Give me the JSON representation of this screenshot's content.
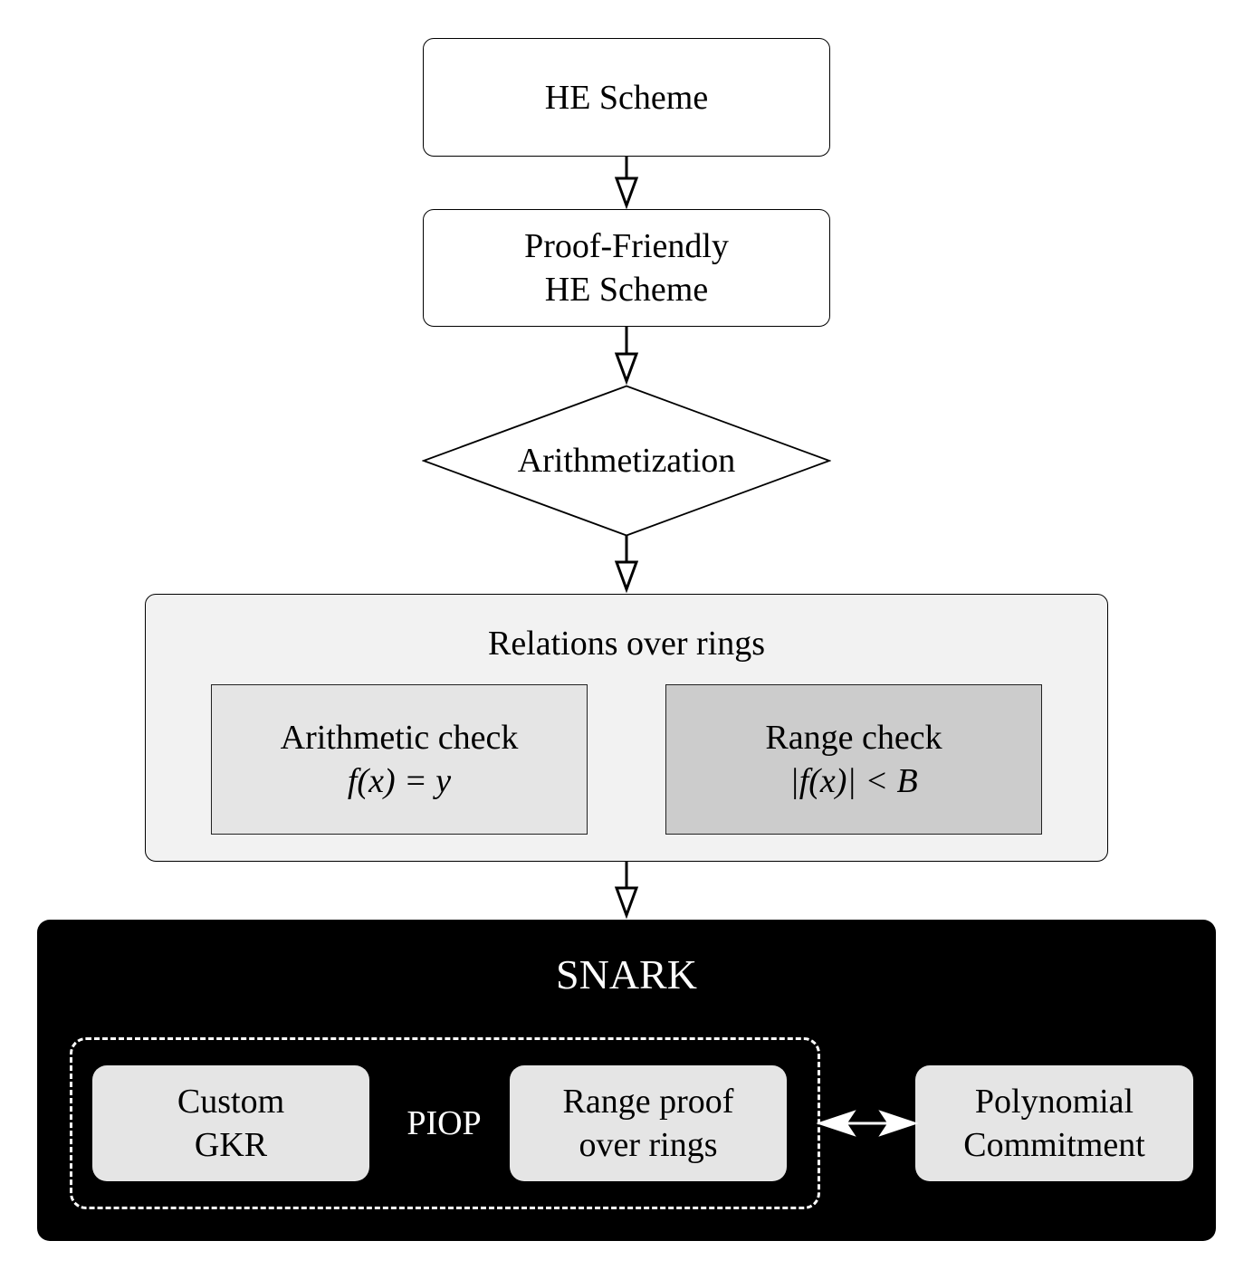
{
  "diagram": {
    "nodes": {
      "he_scheme": {
        "label": "HE Scheme"
      },
      "proof_friendly": {
        "lines": [
          "Proof-Friendly",
          "HE Scheme"
        ]
      },
      "arithmetization": {
        "label": "Arithmetization"
      },
      "relations": {
        "title": "Relations over rings",
        "arithmetic_check": {
          "title": "Arithmetic check",
          "formula": "f(x) = y"
        },
        "range_check": {
          "title": "Range check",
          "formula": "|f(x)| < B"
        }
      },
      "snark": {
        "title": "SNARK",
        "piop": {
          "label": "PIOP",
          "custom_gkr": {
            "lines": [
              "Custom",
              "GKR"
            ]
          },
          "range_proof": {
            "lines": [
              "Range proof",
              "over rings"
            ]
          }
        },
        "polynomial_commitment": {
          "lines": [
            "Polynomial",
            "Commitment"
          ]
        }
      }
    },
    "edges": [
      {
        "from": "he_scheme",
        "to": "proof_friendly",
        "style": "open-triangle-arrow"
      },
      {
        "from": "proof_friendly",
        "to": "arithmetization",
        "style": "open-triangle-arrow"
      },
      {
        "from": "arithmetization",
        "to": "relations",
        "style": "open-triangle-arrow"
      },
      {
        "from": "relations",
        "to": "snark",
        "style": "open-triangle-arrow"
      },
      {
        "from": "piop",
        "to": "polynomial_commitment",
        "style": "bidirectional-arrow"
      }
    ],
    "colors": {
      "relations_bg": "#f2f2f2",
      "arithmetic_check_bg": "#e5e5e5",
      "range_check_bg": "#cccccc",
      "snark_bg": "#000000",
      "snark_inner_bg": "#e5e5e5"
    }
  }
}
